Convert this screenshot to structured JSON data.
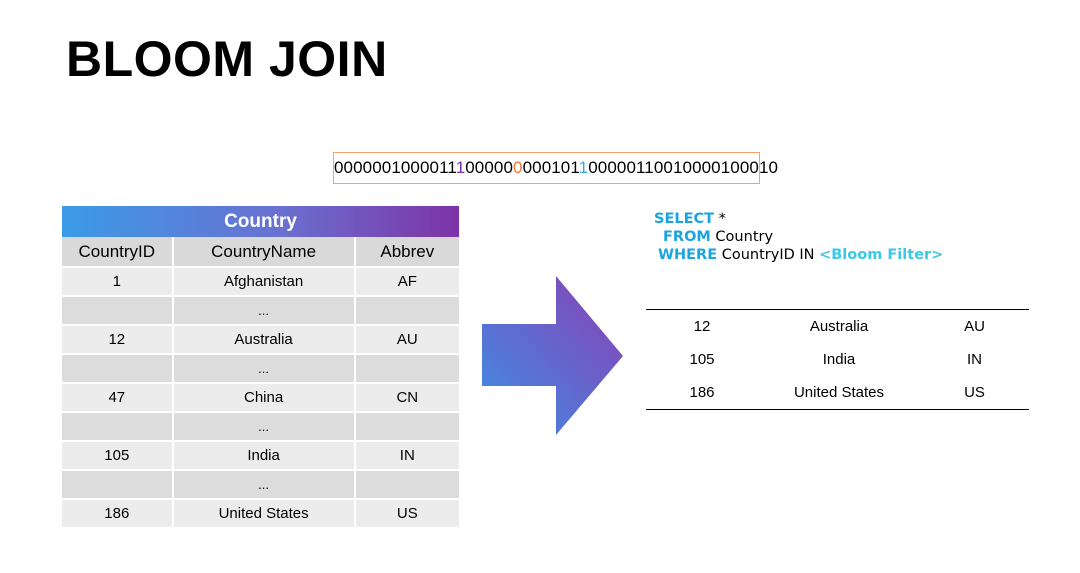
{
  "slide": {
    "title": "BLOOM JOIN"
  },
  "bitstring": {
    "seg1": "0000001000011",
    "seg2": "1",
    "seg3": "00000",
    "seg4": "0",
    "seg5": "000101",
    "seg6": "1",
    "seg7": "00000110010000100010",
    "colors": {
      "purple": "#7b2fa8",
      "orange": "#e87a3a",
      "blue": "#3aa8d8",
      "border": "#f2a46a"
    }
  },
  "country_table": {
    "caption": "Country",
    "columns": [
      "CountryID",
      "CountryName",
      "Abbrev"
    ],
    "rows": [
      [
        "1",
        "Afghanistan",
        "AF"
      ],
      [
        "",
        "...",
        ""
      ],
      [
        "12",
        "Australia",
        "AU"
      ],
      [
        "",
        "...",
        ""
      ],
      [
        "47",
        "China",
        "CN"
      ],
      [
        "",
        "...",
        ""
      ],
      [
        "105",
        "India",
        "IN"
      ],
      [
        "",
        "...",
        ""
      ],
      [
        "186",
        "United States",
        "US"
      ]
    ]
  },
  "query": {
    "select_kw": "SELECT",
    "select_rest": " *",
    "from_kw": "FROM",
    "from_rest": " Country",
    "where_kw": "WHERE",
    "where_rest": " CountryID IN ",
    "bloom_filter": "<Bloom Filter>",
    "colors": {
      "keyword": "#1aa4e0",
      "bloom": "#39c8e8"
    }
  },
  "result_table": {
    "rows": [
      [
        "12",
        "Australia",
        "AU"
      ],
      [
        "105",
        "India",
        "IN"
      ],
      [
        "186",
        "United States",
        "US"
      ]
    ]
  },
  "arrow": {
    "icon": "right-arrow-icon",
    "gradient": [
      "#3e8fe6",
      "#8a3fb4"
    ]
  }
}
